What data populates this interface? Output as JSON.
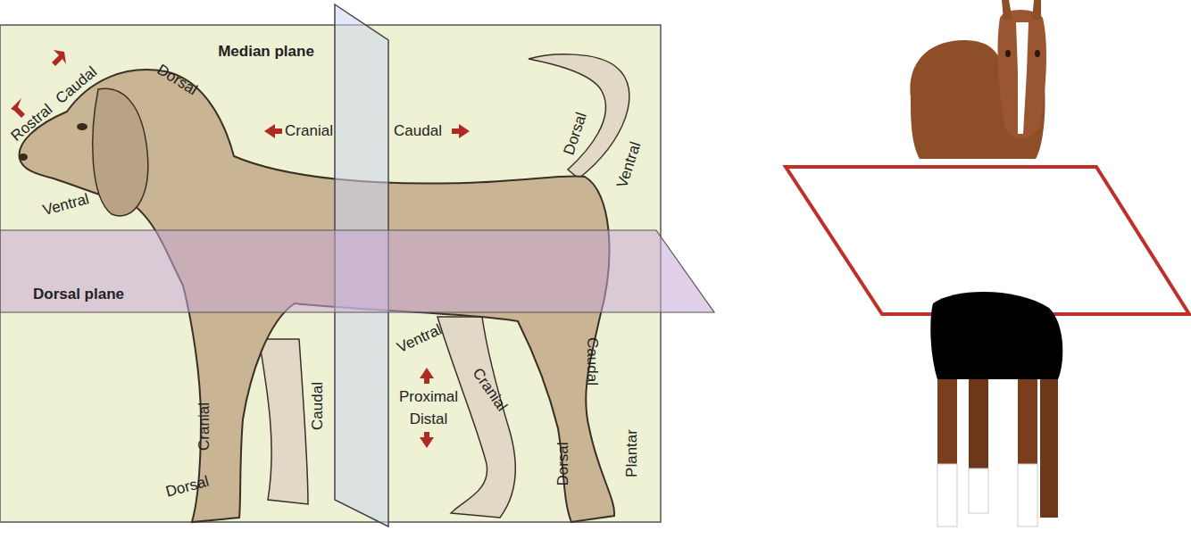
{
  "diagram": {
    "labels": [
      "Median plane",
      "Rostral",
      "Caudal",
      "Dorsal",
      "Cranial",
      "Caudal",
      "Dorsal",
      "Ventral",
      "Ventral",
      "Dorsal plane",
      "Ventral",
      "Proximal",
      "Distal",
      "Cranial",
      "Caudal",
      "Cranial",
      "Caudal",
      "Dorsal",
      "Plantar",
      "Dorsal"
    ]
  }
}
